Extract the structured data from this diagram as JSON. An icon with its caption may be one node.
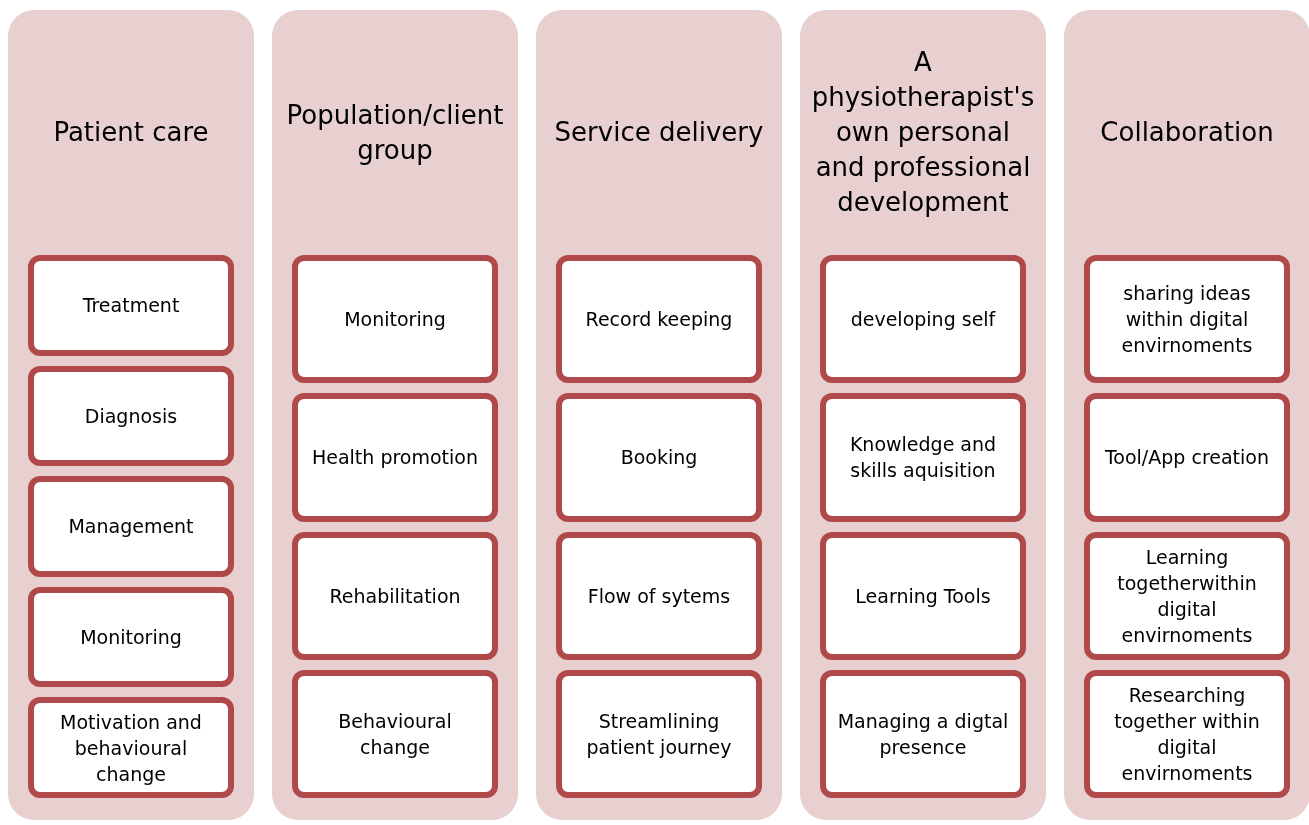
{
  "diagram": {
    "nodes": [
      {
        "text": [
          "Patient care"
        ]
      },
      {
        "text": [
          "Treatment"
        ],
        "in": 0
      },
      {
        "text": [
          "Diagnosis"
        ],
        "in": 0
      },
      {
        "text": [
          "Management"
        ],
        "in": 0
      },
      {
        "text": [
          "Monitoring"
        ],
        "in": 0
      },
      {
        "text": [
          "Motivation and behavioural change"
        ],
        "in": 0
      },
      {
        "text": [
          "Population/client group"
        ]
      },
      {
        "text": [
          "Monitoring"
        ],
        "in": 6
      },
      {
        "text": [
          "Health promotion"
        ],
        "in": 6
      },
      {
        "text": [
          "Rehabilitation"
        ],
        "in": 6
      },
      {
        "text": [
          "Behavioural change"
        ],
        "in": 6
      },
      {
        "text": [
          "Service delivery"
        ]
      },
      {
        "text": [
          "Record keeping"
        ],
        "in": 11
      },
      {
        "text": [
          "Booking"
        ],
        "in": 11
      },
      {
        "text": [
          "Flow of sytems"
        ],
        "in": 11
      },
      {
        "text": [
          "Streamlining patient journey"
        ],
        "in": 11
      },
      {
        "text": [
          "A physiotherapist's own personal and professional development"
        ]
      },
      {
        "text": [
          "developing self"
        ],
        "in": 16
      },
      {
        "text": [
          "Knowledge and skills aquisition"
        ],
        "in": 16
      },
      {
        "text": [
          "Learning Tools"
        ],
        "in": 16
      },
      {
        "text": [
          "Managing a digtal presence"
        ],
        "in": 16
      },
      {
        "text": [
          "Collaboration"
        ]
      },
      {
        "text": [
          "sharing ideas within digital envirnoments"
        ],
        "in": 21
      },
      {
        "text": [
          "Tool/App creation"
        ],
        "in": 21
      },
      {
        "text": [
          "Learning togetherwithin digital envirnoments"
        ],
        "in": 21
      },
      {
        "text": [
          "Researching together within digital envirnoments"
        ],
        "in": 21
      }
    ],
    "edges": []
  }
}
